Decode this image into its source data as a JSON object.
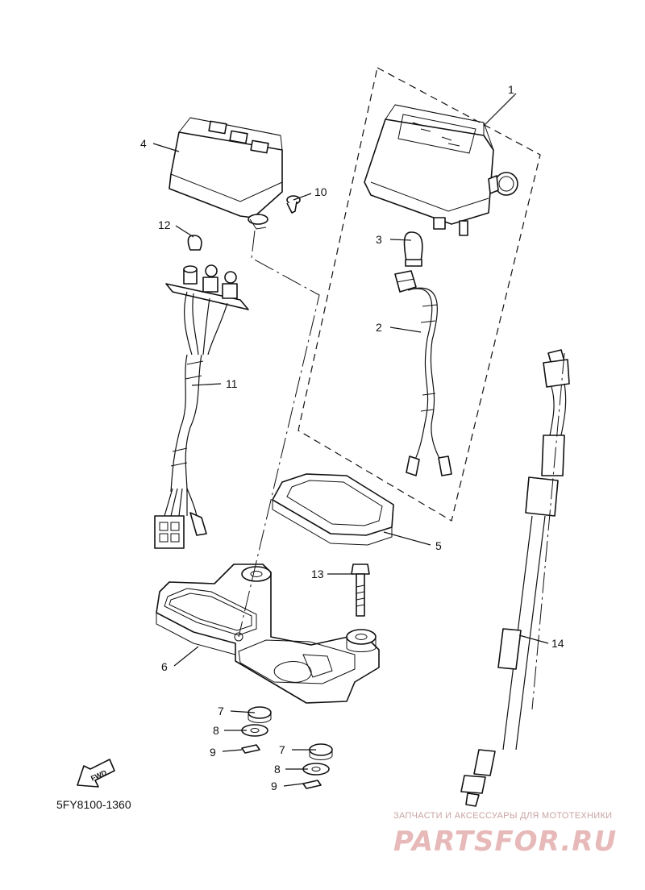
{
  "diagram": {
    "callouts": [
      {
        "id": "1",
        "label": "1"
      },
      {
        "id": "2",
        "label": "2"
      },
      {
        "id": "3",
        "label": "3"
      },
      {
        "id": "4",
        "label": "4"
      },
      {
        "id": "5",
        "label": "5"
      },
      {
        "id": "6",
        "label": "6"
      },
      {
        "id": "7a",
        "label": "7"
      },
      {
        "id": "7b",
        "label": "7"
      },
      {
        "id": "8a",
        "label": "8"
      },
      {
        "id": "8b",
        "label": "8"
      },
      {
        "id": "9a",
        "label": "9"
      },
      {
        "id": "9b",
        "label": "9"
      },
      {
        "id": "10",
        "label": "10"
      },
      {
        "id": "11",
        "label": "11"
      },
      {
        "id": "12",
        "label": "12"
      },
      {
        "id": "13",
        "label": "13"
      },
      {
        "id": "14",
        "label": "14"
      }
    ],
    "direction_label": "FWD",
    "catalog_code": "5FY8100-1360"
  },
  "watermark": {
    "caption": "ЗАПЧАСТИ И АКСЕССУАРЫ ДЛЯ МОТОТЕХНИКИ",
    "logo": "PARTSFOR.RU"
  },
  "colors": {
    "line": "#111111",
    "background": "#ffffff",
    "watermark": "#e7b9b9"
  }
}
